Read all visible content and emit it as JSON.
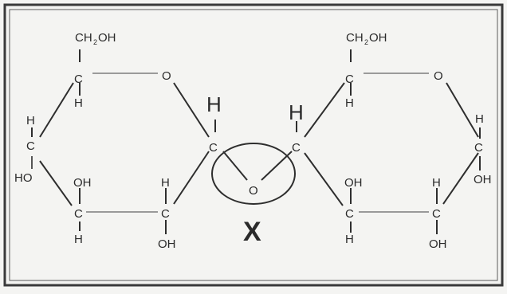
{
  "diagram": {
    "left_ring": {
      "ch2oh_main": "CH",
      "ch2oh_sub": "2",
      "ch2oh_tail": "OH",
      "c1": "C",
      "h1": "H",
      "ring_o": "O",
      "h_anomeric": "H",
      "c_anomeric": "C",
      "h_left": "H",
      "c_left": "C",
      "ho_left": "HO",
      "oh_mid": "OH",
      "c_bottom_left": "C",
      "h_bottom_left": "H",
      "h_mid_right": "H",
      "c_bottom_right": "C",
      "oh_bottom": "OH"
    },
    "bridge": {
      "oxygen": "O",
      "label": "X"
    },
    "right_ring": {
      "ch2oh_main": "CH",
      "ch2oh_sub": "2",
      "ch2oh_tail": "OH",
      "c1": "C",
      "h1": "H",
      "ring_o": "O",
      "h_anomeric": "H",
      "c_anomeric": "C",
      "h_right": "H",
      "c_right": "C",
      "oh_right": "OH",
      "oh_mid": "OH",
      "c_bottom_left": "C",
      "h_bottom_left": "H",
      "h_mid_right": "H",
      "c_bottom_right": "C",
      "oh_bottom": "OH"
    }
  }
}
